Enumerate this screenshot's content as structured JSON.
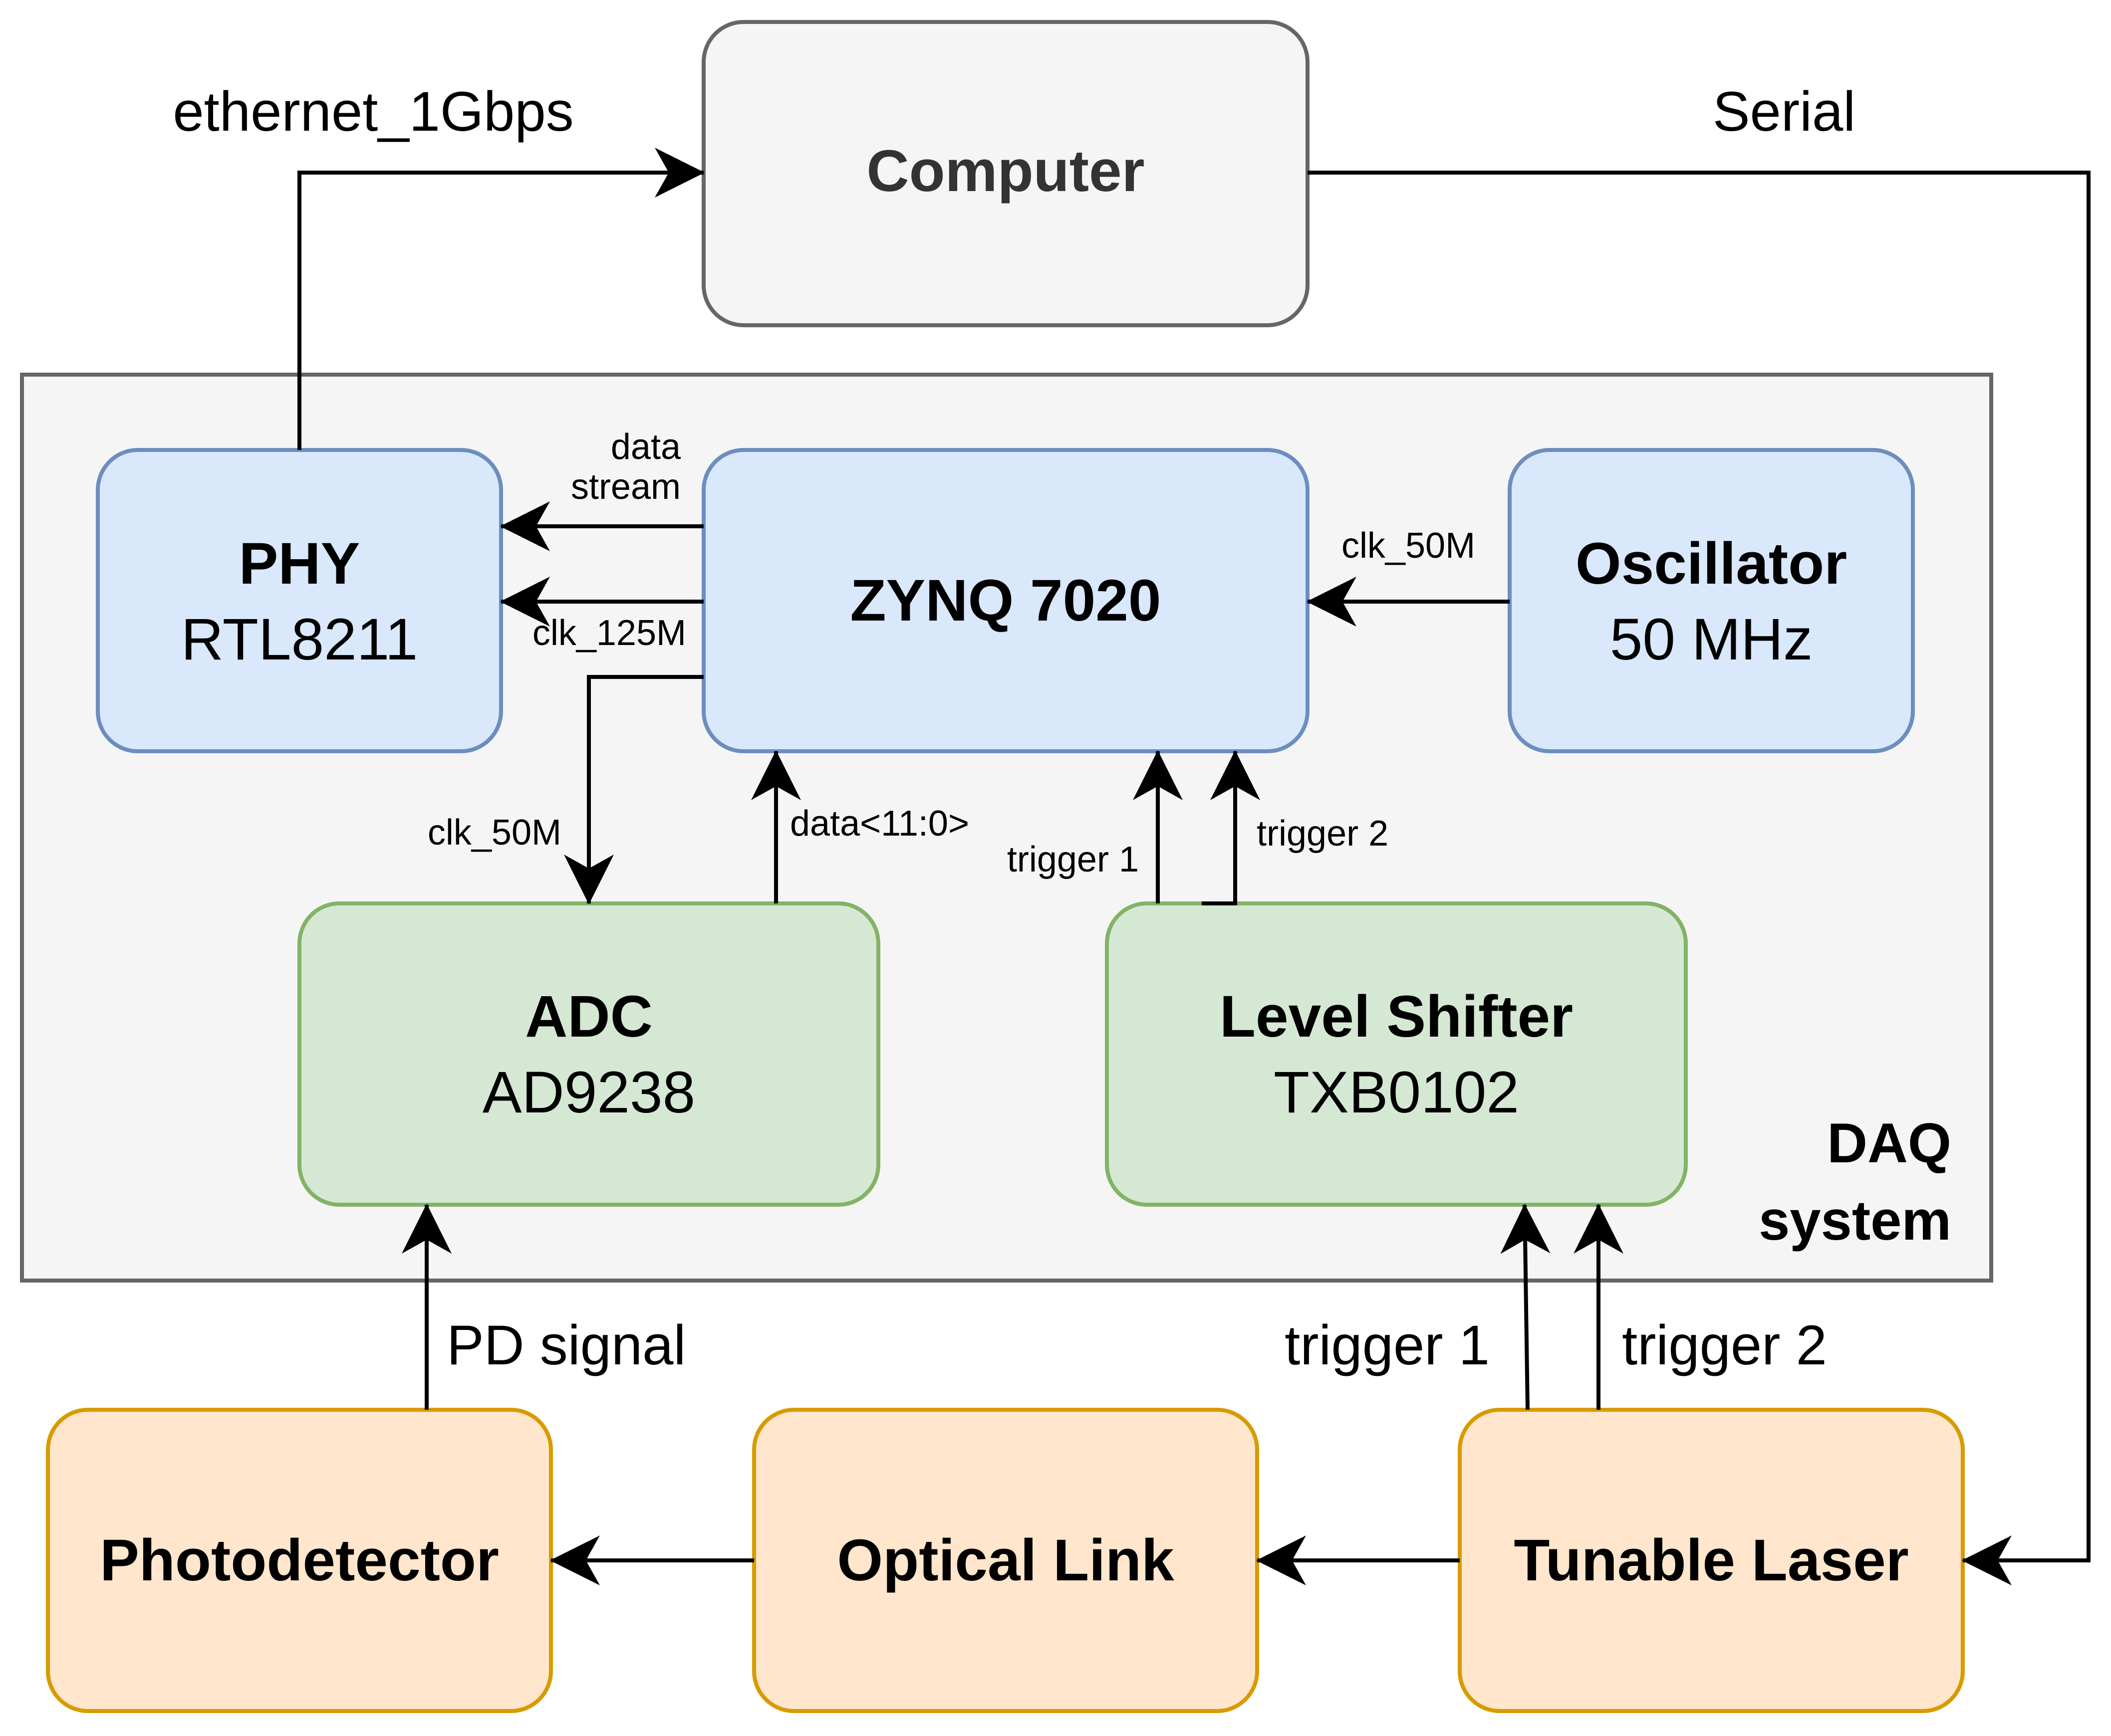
{
  "blocks": {
    "computer": {
      "title": "Computer"
    },
    "phy": {
      "title": "PHY",
      "subtitle": "RTL8211"
    },
    "zynq": {
      "title": "ZYNQ 7020"
    },
    "oscillator": {
      "title": "Oscillator",
      "subtitle": "50 MHz"
    },
    "adc": {
      "title": "ADC",
      "subtitle": "AD9238"
    },
    "level_shifter": {
      "title": "Level Shifter",
      "subtitle": "TXB0102"
    },
    "photodetector": {
      "title": "Photodetector"
    },
    "optical_link": {
      "title": "Optical Link"
    },
    "tunable_laser": {
      "title": "Tunable Laser"
    }
  },
  "group": {
    "line1": "DAQ",
    "line2": "system"
  },
  "labels": {
    "ethernet": "ethernet_1Gbps",
    "serial": "Serial",
    "data_stream_1": "data",
    "data_stream_2": "stream",
    "clk_125m": "clk_125M",
    "clk_50m_osc": "clk_50M",
    "clk_50m_adc": "clk_50M",
    "adc_data": "data<11:0>",
    "ls_trigger1": "trigger 1",
    "ls_trigger2": "trigger 2",
    "pd_signal": "PD signal",
    "laser_trigger1": "trigger 1",
    "laser_trigger2": "trigger 2"
  },
  "colors": {
    "gray_fill": "#f5f5f5",
    "gray_stroke": "#666666",
    "blue_fill": "#dae8fc",
    "blue_stroke": "#6c8ebf",
    "green_fill": "#d5e8d4",
    "green_stroke": "#82b366",
    "orange_fill": "#ffe6cc",
    "orange_stroke": "#d79b00"
  }
}
